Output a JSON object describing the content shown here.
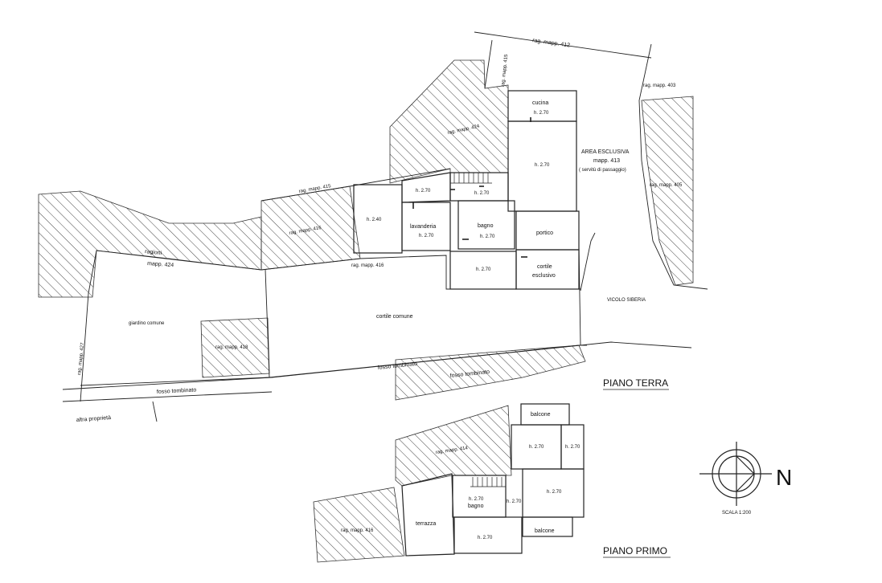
{
  "ground_floor": {
    "title": "PIANO TERRA",
    "labels": {
      "rag_412": "rag. mapp. 412",
      "rag_415_top": "rag. mapp. 415",
      "rag_403": "rag. mapp. 403",
      "rag_424": "rag. mapp. 424",
      "area_esclusiva": "AREA ESCLUSIVA",
      "mapp_413": "mapp. 413",
      "servitu": "( servitù di passaggio)",
      "rag_405": "rag. mapp. 405",
      "rag_415_mid": "rag. mapp. 415",
      "rag_416_left": "rag. mapp. 416",
      "ragioni": "ragioni",
      "mapp_424_lower": "mapp. 424",
      "rag_416_small": "rag. mapp. 416",
      "vicolo": "VICOLO SIBERIA",
      "cortile_comune": "cortile comune",
      "giardino": "giardino comune",
      "rag_427": "rag. mapp. 427",
      "rag_418": "rag. mapp. 418",
      "fosso_1": "fosso tombinato",
      "fosso_2": "fosso tombinato",
      "fosso_3": "fosso tombinato",
      "altra": "altra proprietà"
    },
    "rooms": {
      "cucina": "cucina",
      "cucina_h": "h. 2.70",
      "main_h": "h. 2.70",
      "r1_h": "h. 2.70",
      "r2_h": "h. 2.70",
      "r3_h": "h. 2.40",
      "lavanderia": "lavanderia",
      "lav_h": "h. 2.70",
      "bagno": "bagno",
      "bagno_h": "h. 2.70",
      "portico": "portico",
      "r4_h": "h. 2.70",
      "cortile_escl_1": "cortile",
      "cortile_escl_2": "esclusivo"
    }
  },
  "first_floor": {
    "title": "PIANO PRIMO",
    "labels": {
      "rag_414": "rag. mapp. 414",
      "rag_416": "rag. mapp. 416"
    },
    "rooms": {
      "balcone_top": "balcone",
      "r1_h": "h. 2.70",
      "r2_h": "h. 2.70",
      "r3_h": "h. 2.70",
      "r4_h": "h. 2.70",
      "bagno": "bagno",
      "bagno_h": "h. 2.70",
      "terrazza": "terrazza",
      "r5_h": "h. 2.70",
      "balcone_bottom": "balcone"
    }
  },
  "legend": {
    "north": "N",
    "scale": "SCALA 1:200"
  },
  "colors": {
    "line": "#222222",
    "hatch": "#333333",
    "background": "#ffffff"
  }
}
